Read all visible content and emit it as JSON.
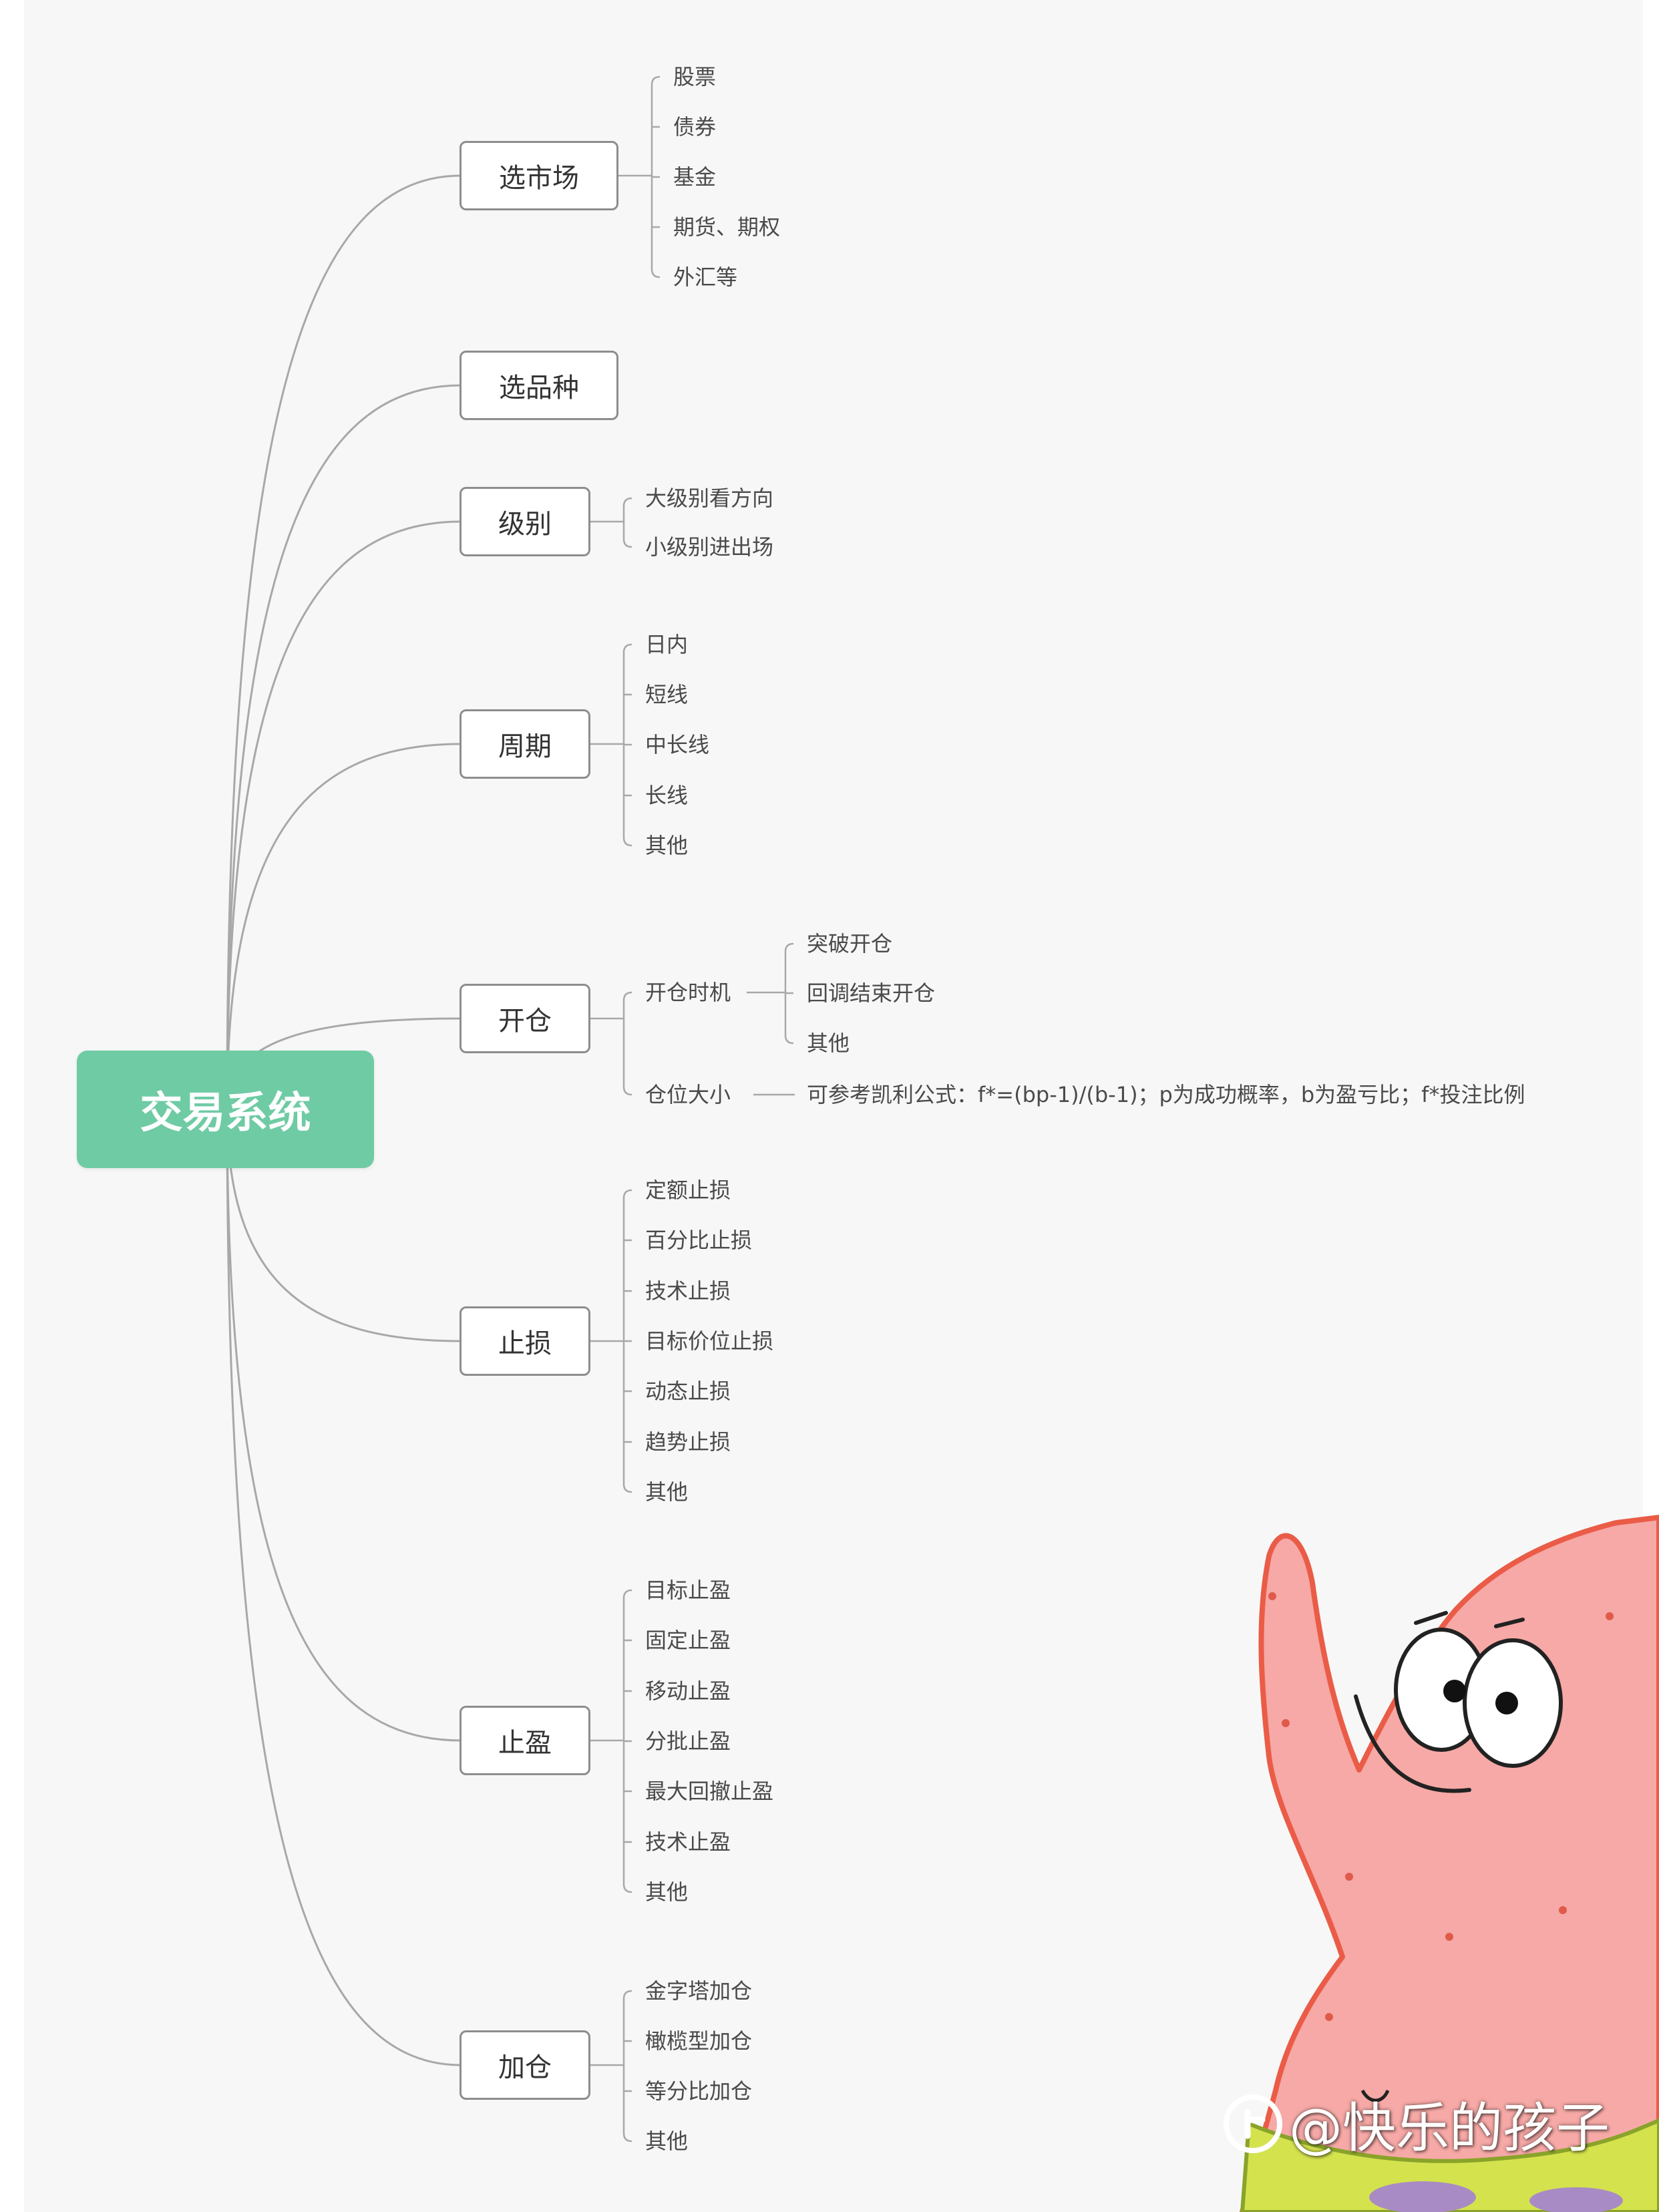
{
  "root": {
    "label": "交易系统"
  },
  "branches": [
    {
      "label": "选市场",
      "children": [
        "股票",
        "债券",
        "基金",
        "期货、期权",
        "外汇等"
      ]
    },
    {
      "label": "选品种",
      "children": []
    },
    {
      "label": "级别",
      "children": [
        "大级别看方向",
        "小级别进出场"
      ]
    },
    {
      "label": "周期",
      "children": [
        "日内",
        "短线",
        "中长线",
        "长线",
        "其他"
      ]
    },
    {
      "label": "开仓",
      "children": [
        "开仓时机",
        "仓位大小"
      ],
      "sub": {
        "timing": [
          "突破开仓",
          "回调结束开仓",
          "其他"
        ],
        "position": "可参考凯利公式：f*=(bp-1)/(b-1)；p为成功概率，b为盈亏比；f*投注比例"
      }
    },
    {
      "label": "止损",
      "children": [
        "定额止损",
        "百分比止损",
        "技术止损",
        "目标价位止损",
        "动态止损",
        "趋势止损",
        "其他"
      ]
    },
    {
      "label": "止盈",
      "children": [
        "目标止盈",
        "固定止盈",
        "移动止盈",
        "分批止盈",
        "最大回撤止盈",
        "技术止盈",
        "其他"
      ]
    },
    {
      "label": "加仓",
      "children": [
        "金字塔加仓",
        "橄榄型加仓",
        "等分比加仓",
        "其他"
      ]
    }
  ],
  "watermark": {
    "text": "@快乐的孩子"
  },
  "colors": {
    "root_fill": "#6fcba4",
    "line": "#a8a8a8",
    "box_border": "#8d8d8d",
    "background": "#f7f7f7"
  }
}
